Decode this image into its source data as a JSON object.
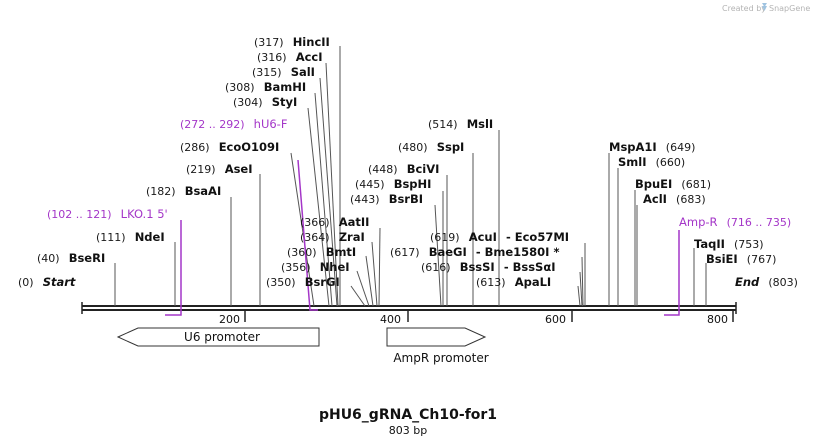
{
  "credit": {
    "text": "Created by",
    "brand": "SnapGene"
  },
  "map": {
    "name": "pHU6_gRNA_Ch10-for1",
    "length_text": "803 bp",
    "start_label": "Start",
    "start_pos": "(0)",
    "end_label": "End",
    "end_pos": "(803)",
    "ticks": [
      "200",
      "400",
      "600",
      "800"
    ]
  },
  "sites": [
    {
      "pos": "(317)",
      "name": "HincII"
    },
    {
      "pos": "(316)",
      "name": "AccI"
    },
    {
      "pos": "(315)",
      "name": "SalI"
    },
    {
      "pos": "(308)",
      "name": "BamHI"
    },
    {
      "pos": "(304)",
      "name": "StyI"
    },
    {
      "pos": "(286)",
      "name": "EcoO109I"
    },
    {
      "pos": "(219)",
      "name": "AseI"
    },
    {
      "pos": "(182)",
      "name": "BsaAI"
    },
    {
      "pos": "(111)",
      "name": "NdeI"
    },
    {
      "pos": "(40)",
      "name": "BseRI"
    },
    {
      "pos": "(366)",
      "name": "AatII"
    },
    {
      "pos": "(364)",
      "name": "ZraI"
    },
    {
      "pos": "(360)",
      "name": "BmtI"
    },
    {
      "pos": "(356)",
      "name": "NheI"
    },
    {
      "pos": "(350)",
      "name": "BsrGI"
    },
    {
      "pos": "(514)",
      "name": "MslI"
    },
    {
      "pos": "(480)",
      "name": "SspI"
    },
    {
      "pos": "(448)",
      "name": "BciVI"
    },
    {
      "pos": "(445)",
      "name": "BspHI"
    },
    {
      "pos": "(443)",
      "name": "BsrBI"
    },
    {
      "pos": "(619)",
      "name": "AcuI",
      "extra": "- Eco57MI"
    },
    {
      "pos": "(617)",
      "name": "BaeGI",
      "extra": "- Bme1580I *"
    },
    {
      "pos": "(616)",
      "name": "BssSI",
      "extra": "- BssSαI"
    },
    {
      "pos": "(613)",
      "name": "ApaLI"
    },
    {
      "name": "MspA1I",
      "pos": "(649)"
    },
    {
      "name": "SmlI",
      "pos": "(660)"
    },
    {
      "name": "BpuEI",
      "pos": "(681)"
    },
    {
      "name": "AclI",
      "pos": "(683)"
    },
    {
      "name": "TaqII",
      "pos": "(753)"
    },
    {
      "name": "BsiEI",
      "pos": "(767)"
    }
  ],
  "primers": [
    {
      "range": "(272 .. 292)",
      "name": "hU6-F"
    },
    {
      "range": "(102 .. 121)",
      "name": "LKO.1 5'"
    },
    {
      "name": "Amp-R",
      "range": "(716 .. 735)"
    }
  ],
  "features": [
    {
      "name": "U6 promoter"
    },
    {
      "name": "AmpR promoter"
    }
  ],
  "colors": {
    "primer": "#a436c8",
    "backbone": "#222222",
    "text": "#111111",
    "credit": "#b4b4b4"
  }
}
